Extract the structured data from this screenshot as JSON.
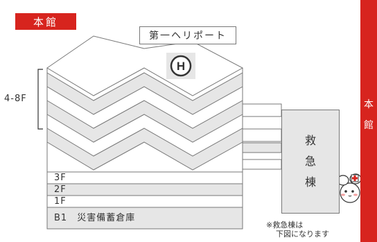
{
  "tag": {
    "label": "本館"
  },
  "heliport": {
    "label": "第一ヘリポート",
    "marker": "H"
  },
  "floors": {
    "range_label": "4-8F",
    "levels": [
      {
        "label": "3F",
        "note": ""
      },
      {
        "label": "2F",
        "note": ""
      },
      {
        "label": "1F",
        "note": ""
      },
      {
        "label": "B1",
        "note": "災害備蓄倉庫"
      }
    ]
  },
  "emergency": {
    "chars": [
      "救",
      "急",
      "棟"
    ]
  },
  "note": {
    "line1": "※救急棟は",
    "line2": "下図になります"
  },
  "side_label": {
    "chars": [
      "本",
      "館"
    ]
  },
  "colors": {
    "accent": "#d7241e",
    "gray": "#e6e6e6",
    "line": "#777777"
  },
  "icons": {
    "mascot": "nurse-mascot-icon"
  }
}
